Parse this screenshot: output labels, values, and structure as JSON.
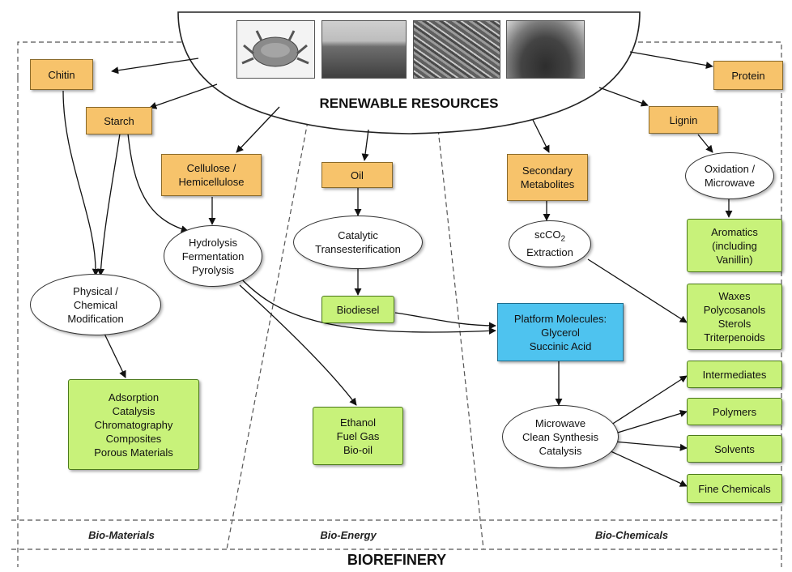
{
  "resource_title": "RENEWABLE RESOURCES",
  "footer_title": "BIOREFINERY",
  "sections": {
    "materials": "Bio-Materials",
    "energy": "Bio-Energy",
    "chemicals": "Bio-Chemicals"
  },
  "feedstocks": {
    "chitin": "Chitin",
    "starch": "Starch",
    "cellulose": "Cellulose /\nHemicellulose",
    "oil": "Oil",
    "secondary": "Secondary\nMetabolites",
    "lignin": "Lignin",
    "protein": "Protein"
  },
  "processes": {
    "physical": "Physical /\nChemical\nModification",
    "hydrolysis": "Hydrolysis\nFermentation\nPyrolysis",
    "transesterification": "Catalytic\nTransesterification",
    "sc_prefix": "scCO",
    "sc_sub": "2",
    "sc_extraction": "Extraction",
    "oxidation": "Oxidation /\nMicrowave",
    "microwave": "Microwave\nClean Synthesis\nCatalysis"
  },
  "products": {
    "materials": "Adsorption\nCatalysis\nChromatography\nComposites\nPorous Materials",
    "biodiesel": "Biodiesel",
    "fuels": "Ethanol\nFuel Gas\nBio-oil",
    "platform": "Platform Molecules:\nGlycerol\nSuccinic Acid",
    "aromatics": "Aromatics\n(including\nVanillin)",
    "waxes": "Waxes\nPolycosanols\nSterols\nTriterpenoids",
    "intermediates": "Intermediates",
    "polymers": "Polymers",
    "solvents": "Solvents",
    "fine": "Fine Chemicals"
  },
  "photos": [
    "crab-photo",
    "grass-field-photo",
    "straw-residue-photo",
    "biomass-heap-photo"
  ]
}
